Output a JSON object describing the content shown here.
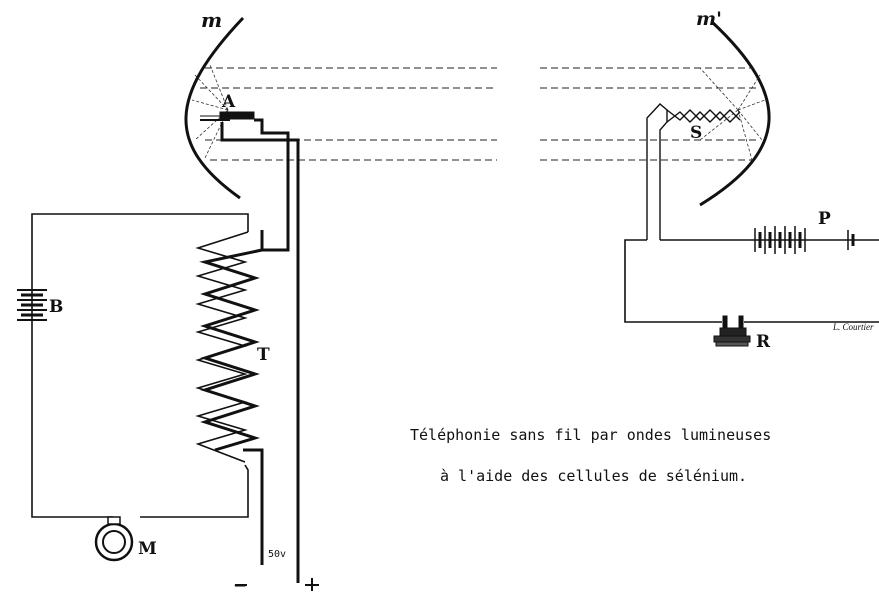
{
  "labels": {
    "mirror_left": "m",
    "mirror_right": "m'",
    "arc_lamp": "A",
    "selenium_cell": "S",
    "battery_b": "B",
    "transformer": "T",
    "microphone": "M",
    "battery_p": "P",
    "receiver": "R",
    "voltage": "50v",
    "minus": "−",
    "plus": "+",
    "signature": "L. Courtier"
  },
  "caption": {
    "line1": "Téléphonie sans fil par ondes lumineuses",
    "line2": "à l'aide des cellules de sélénium."
  },
  "colors": {
    "ink": "#111111",
    "paper": "#ffffff"
  }
}
